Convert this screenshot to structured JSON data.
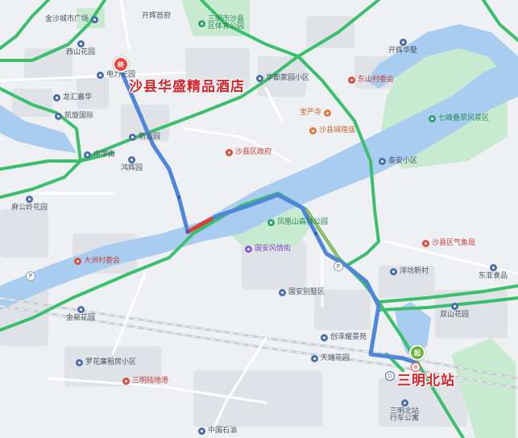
{
  "route": {
    "start_marker": "起",
    "end_marker": "终",
    "start_label": "三明北站",
    "end_label": "沙县华盛精品酒店",
    "colors": {
      "route": "#4d86db",
      "traffic_red": "#d9413a",
      "start": "#6db33f",
      "end": "#e8453c"
    }
  },
  "pois": [
    {
      "id": "jinshacheng",
      "label": "金沙城市广场",
      "color": "blue"
    },
    {
      "id": "kaihui",
      "label": "开辉首府",
      "color": "blue"
    },
    {
      "id": "tiyuhuodong",
      "label": "三明市沙县\n区体育公园",
      "color": "green"
    },
    {
      "id": "xishanhuayuan",
      "label": "西山花园",
      "color": "blue"
    },
    {
      "id": "diancheng",
      "label": "电力花园",
      "color": "blue"
    },
    {
      "id": "huadu",
      "label": "华都家园小区",
      "color": "blue"
    },
    {
      "id": "kaihuafiltered",
      "label": "开辉华墅",
      "color": "blue"
    },
    {
      "id": "dongshan",
      "label": "东山村委会",
      "color": "red"
    },
    {
      "id": "longhui",
      "label": "龙汇嘉华",
      "color": "blue"
    },
    {
      "id": "kaixuan",
      "label": "凯旋国际",
      "color": "blue"
    },
    {
      "id": "baoshansi",
      "label": "宝严寺",
      "color": "orange"
    },
    {
      "id": "qifengshan",
      "label": "七峰叠翠风景区",
      "color": "green"
    },
    {
      "id": "chenghuangmiao",
      "label": "沙县城隍庙",
      "color": "orange"
    },
    {
      "id": "xinyun",
      "label": "新运园",
      "color": "blue"
    },
    {
      "id": "zhongxuehou",
      "label": "中学街",
      "color": "blue"
    },
    {
      "id": "shaxianzhengfu",
      "label": "沙县区政府",
      "color": "red"
    },
    {
      "id": "honghuiyuan",
      "label": "鸿辉园",
      "color": "blue"
    },
    {
      "id": "taian",
      "label": "泰安小区",
      "color": "blue"
    },
    {
      "id": "magongling",
      "label": "麻公岭花园",
      "color": "blue"
    },
    {
      "id": "fenghuangshan",
      "label": "凤凰山森林公园",
      "color": "green"
    },
    {
      "id": "guoanfengqing",
      "label": "国安风情街",
      "color": "purple"
    },
    {
      "id": "qixiangju",
      "label": "沙县区气象局",
      "color": "red"
    },
    {
      "id": "dazhou",
      "label": "大洲村委会",
      "color": "red"
    },
    {
      "id": "yangfangxincun",
      "label": "洋坊新村",
      "color": "blue"
    },
    {
      "id": "dongyasp",
      "label": "东亚食品",
      "color": "blue"
    },
    {
      "id": "guoanbieshu",
      "label": "国安别墅区",
      "color": "blue"
    },
    {
      "id": "jinquan",
      "label": "金泉花园",
      "color": "blue"
    },
    {
      "id": "shuangshan",
      "label": "双山花园",
      "color": "blue"
    },
    {
      "id": "chuangze",
      "label": "创泽耀景苑",
      "color": "blue"
    },
    {
      "id": "luohualian",
      "label": "罗花廉租房小区",
      "color": "blue"
    },
    {
      "id": "tianrui",
      "label": "天瑞花园",
      "color": "blue"
    },
    {
      "id": "sanmingludigang",
      "label": "三明陆地港",
      "color": "red"
    },
    {
      "id": "sanmingbeizhan_apt",
      "label": "三明北站\n行车公寓",
      "color": "blue"
    },
    {
      "id": "zhongguoshiyou",
      "label": "中国石油",
      "color": "blue"
    }
  ]
}
